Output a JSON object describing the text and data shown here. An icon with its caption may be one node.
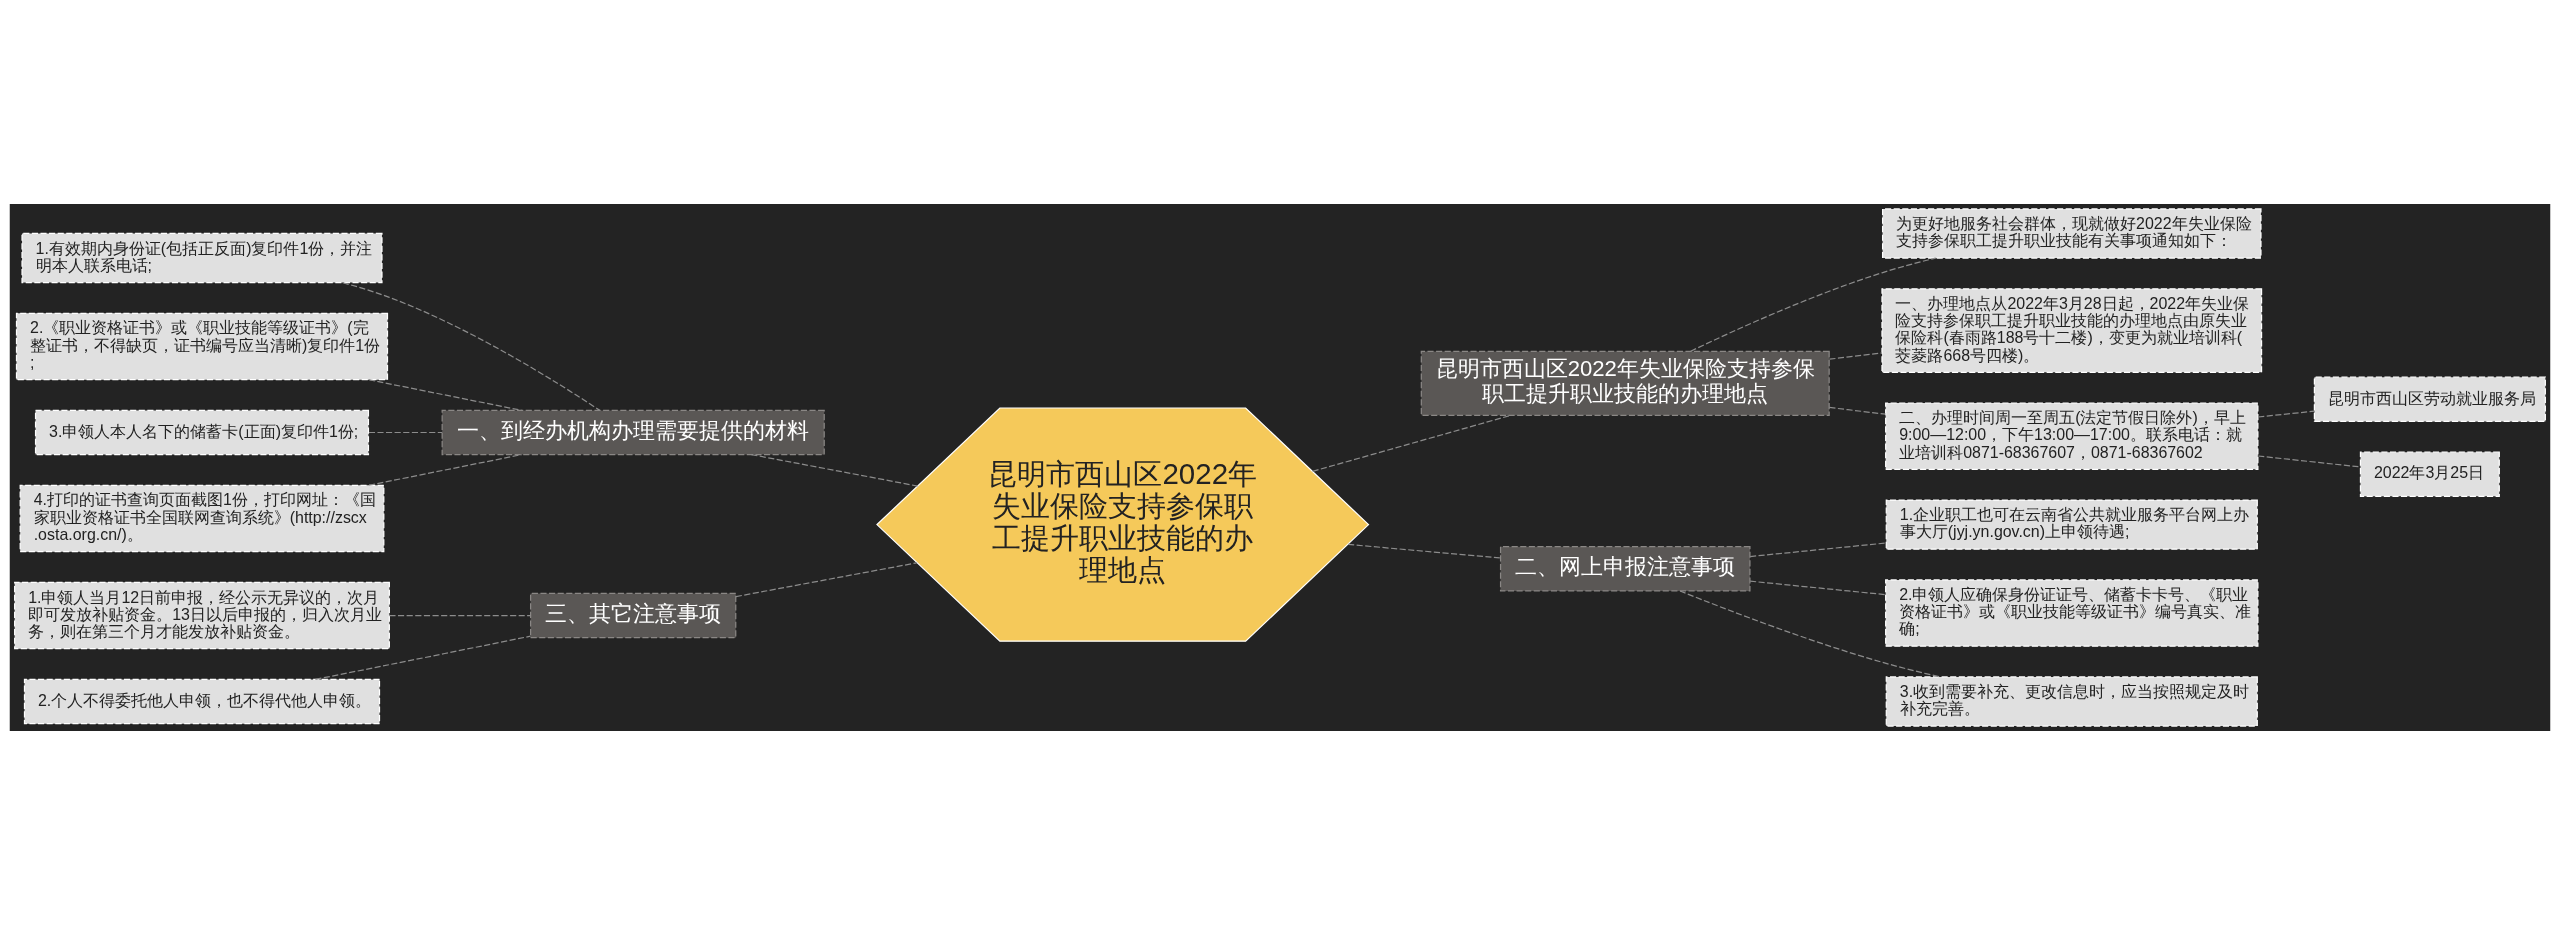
{
  "diagram": {
    "nodes": [
      {
        "text": [
          "昆明市西山区2022年失业保险支持参保职工提升职业技能的办理地点"
        ]
      },
      {
        "text": [
          "昆明市西山区2022年失业保险支持参保职工提升职业技能的办理地点"
        ]
      },
      {
        "text": [
          "为更好地服务社会群体，现就做好2022年失业保险支持参保职工提升职业技能有关事项通知如下："
        ]
      },
      {
        "text": [
          "一、办理地点从2022年3月28日起，2022年失业保险支持参保职工提升职业技能的办理地点由原失业保险科(春雨路188号十二楼)，变更为就业培训科(茭菱路668号四楼)。"
        ]
      },
      {
        "text": [
          "二、办理时间周一至周五(法定节假日除外)，早上9:00—12:00，下午13:00—17:00。联系电话：就业培训科0871-68367607，0871-68367602"
        ]
      },
      {
        "text": [
          "昆明市西山区劳动就业服务局"
        ]
      },
      {
        "text": [
          "2022年3月25日"
        ]
      },
      {
        "text": [
          "二、网上申报注意事项"
        ]
      },
      {
        "text": [
          "1.企业职工也可在云南省公共就业服务平台网上办事大厅(jyj.yn.gov.cn)上申领待遇;"
        ]
      },
      {
        "text": [
          "2.申领人应确保身份证证号、储蓄卡卡号、《职业资格证书》或《职业技能等级证书》编号真实、准确;"
        ]
      },
      {
        "text": [
          "3.收到需要补充、更改信息时，应当按照规定及时补充完善。"
        ]
      },
      {
        "text": [
          "一、到经办机构办理需要提供的材料"
        ]
      },
      {
        "text": [
          "1.有效期内身份证(包括正反面)复印件1份，并注明本人联系电话;"
        ]
      },
      {
        "text": [
          "2.《职业资格证书》或《职业技能等级证书》(完整证书，不得缺页，证书编号应当清晰)复印件1份;"
        ]
      },
      {
        "text": [
          "3.申领人本人名下的储蓄卡(正面)复印件1份;"
        ]
      },
      {
        "text": [
          "4.打印的证书查询页面截图1份，打印网址：《国家职业资格证书全国联网查询系统》(http://zscx.osta.org.cn/)。"
        ]
      },
      {
        "text": [
          "三、其它注意事项"
        ]
      },
      {
        "text": [
          "1.申领人当月12日前申报，经公示无异议的，次月即可发放补贴资金。13日以后申报的，归入次月业务，则在第三个月才能发放补贴资金。"
        ]
      },
      {
        "text": [
          "2.个人不得委托他人申领，也不得代他人申领。"
        ]
      }
    ],
    "edges": [
      {
        "from": 0,
        "to": 1,
        "arrow": "none",
        "style": "dashed"
      },
      {
        "from": 1,
        "to": 2,
        "arrow": "none",
        "style": "dashed"
      },
      {
        "from": 1,
        "to": 3,
        "arrow": "none",
        "style": "dashed"
      },
      {
        "from": 1,
        "to": 4,
        "arrow": "none",
        "style": "dashed"
      },
      {
        "from": 4,
        "to": 5,
        "arrow": "none",
        "style": "dashed"
      },
      {
        "from": 4,
        "to": 6,
        "arrow": "none",
        "style": "dashed"
      },
      {
        "from": 0,
        "to": 7,
        "arrow": "none",
        "style": "dashed"
      },
      {
        "from": 7,
        "to": 8,
        "arrow": "none",
        "style": "dashed"
      },
      {
        "from": 7,
        "to": 9,
        "arrow": "none",
        "style": "dashed"
      },
      {
        "from": 7,
        "to": 10,
        "arrow": "none",
        "style": "dashed"
      },
      {
        "from": 0,
        "to": 11,
        "arrow": "none",
        "style": "dashed"
      },
      {
        "from": 11,
        "to": 12,
        "arrow": "none",
        "style": "dashed"
      },
      {
        "from": 11,
        "to": 13,
        "arrow": "none",
        "style": "dashed"
      },
      {
        "from": 11,
        "to": 14,
        "arrow": "none",
        "style": "dashed"
      },
      {
        "from": 11,
        "to": 15,
        "arrow": "none",
        "style": "dashed"
      },
      {
        "from": 0,
        "to": 16,
        "arrow": "none",
        "style": "dashed"
      },
      {
        "from": 16,
        "to": 17,
        "arrow": "none",
        "style": "dashed"
      },
      {
        "from": 16,
        "to": 18,
        "arrow": "none",
        "style": "dashed"
      }
    ]
  }
}
